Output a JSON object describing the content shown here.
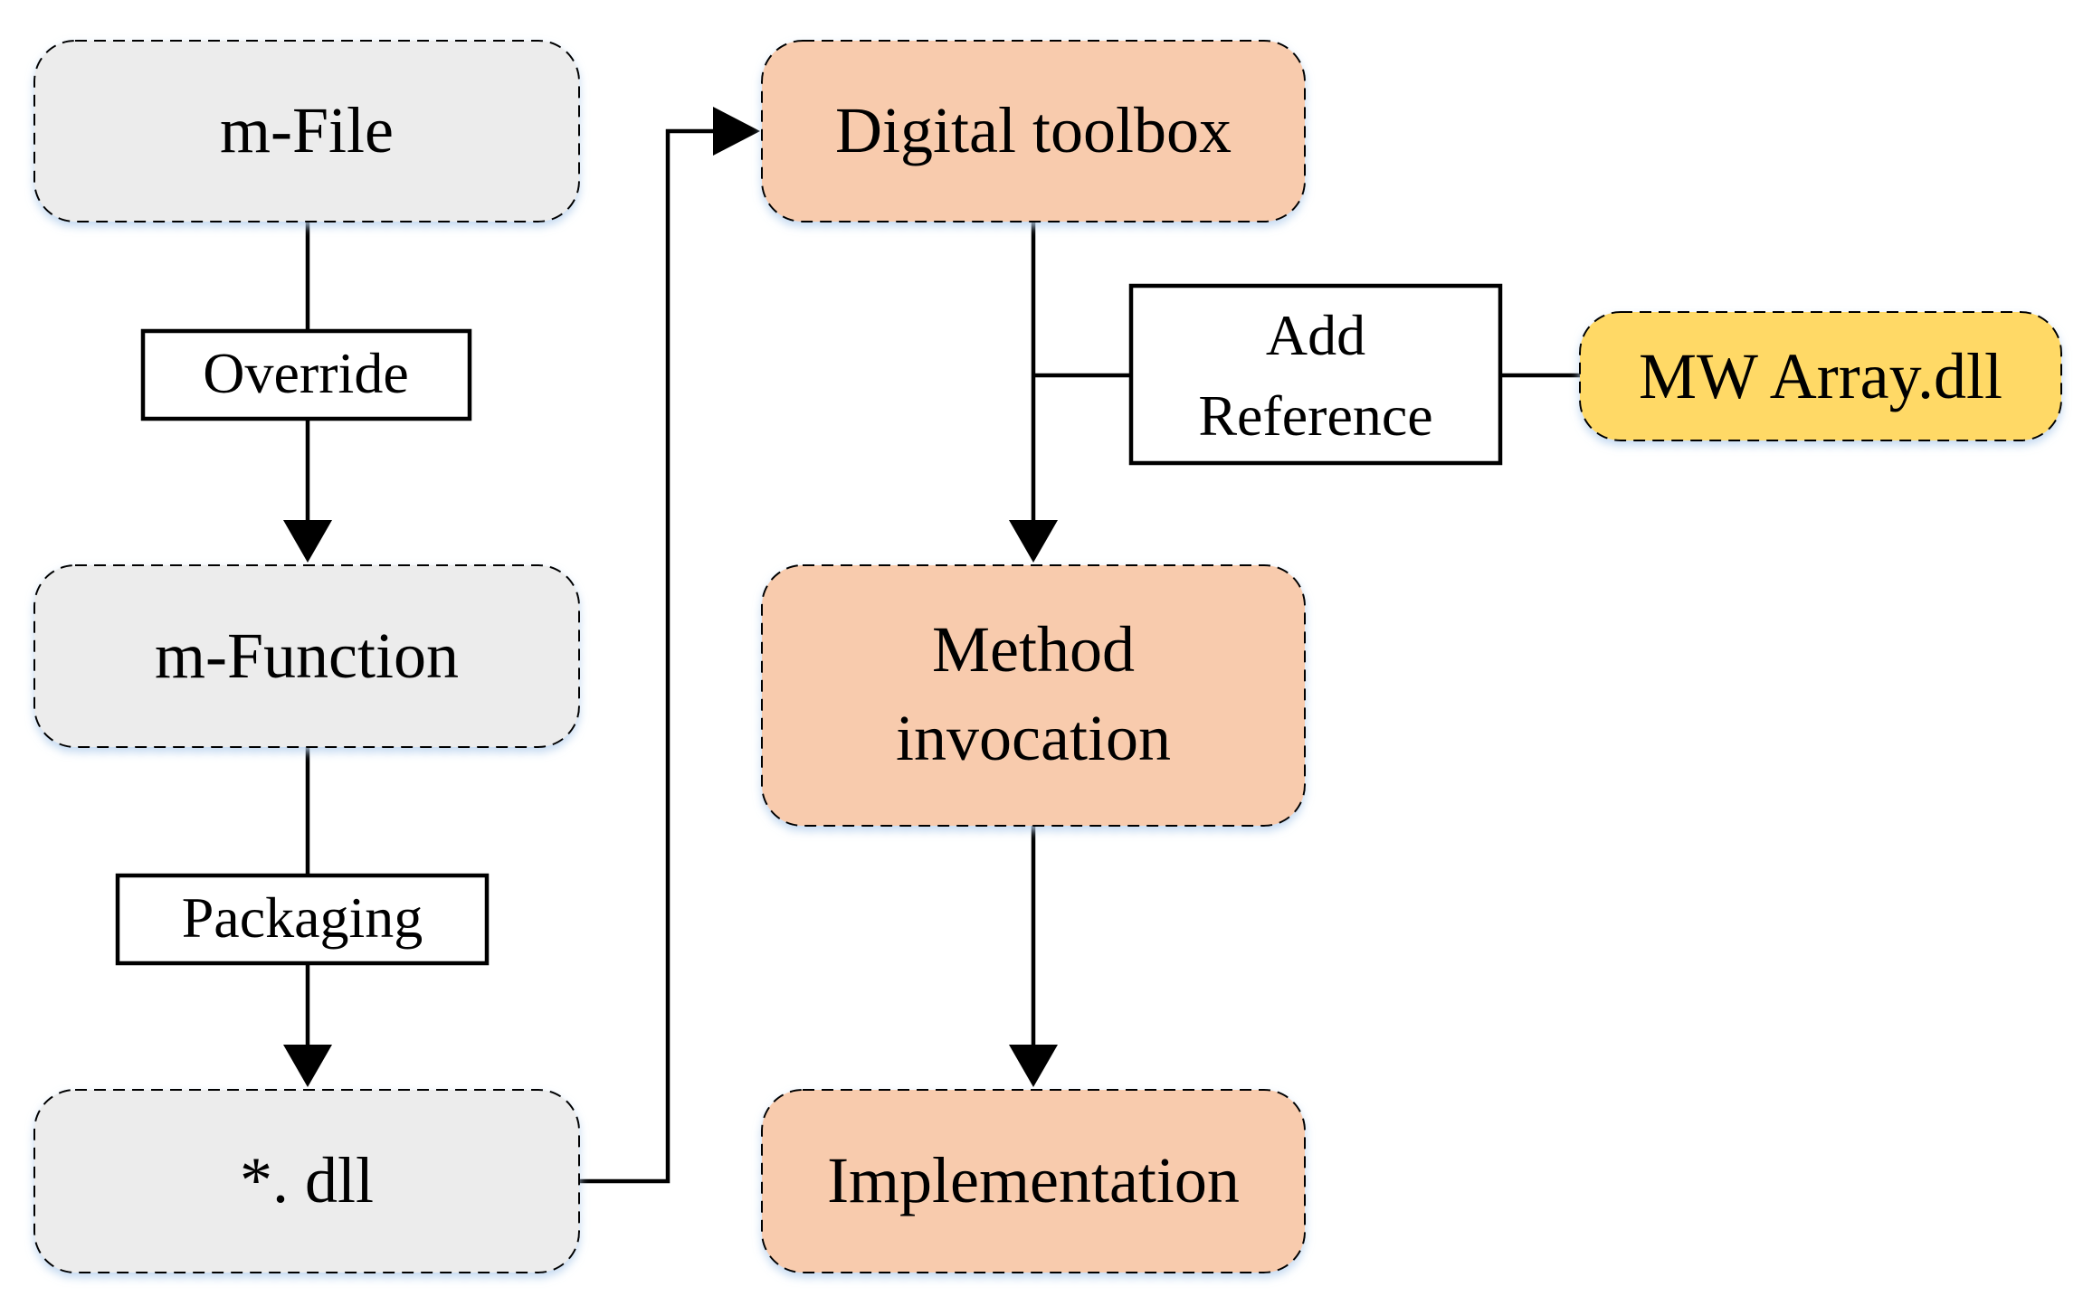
{
  "nodes": {
    "m_file": "m-File",
    "m_function": "m-Function",
    "dll": "*. dll",
    "digital_toolbox": "Digital toolbox",
    "method_invocation_line1": "Method",
    "method_invocation_line2": "invocation",
    "implementation": "Implementation",
    "mw_array": "MW Array.dll"
  },
  "labels": {
    "override": "Override",
    "packaging": "Packaging",
    "add_reference_line1": "Add",
    "add_reference_line2": "Reference"
  },
  "colors": {
    "grey_fill": "#ececec",
    "peach_fill": "#f8cbad",
    "yellow_fill": "#ffd966",
    "glow": "#d7e6f5",
    "stroke": "#000000"
  }
}
